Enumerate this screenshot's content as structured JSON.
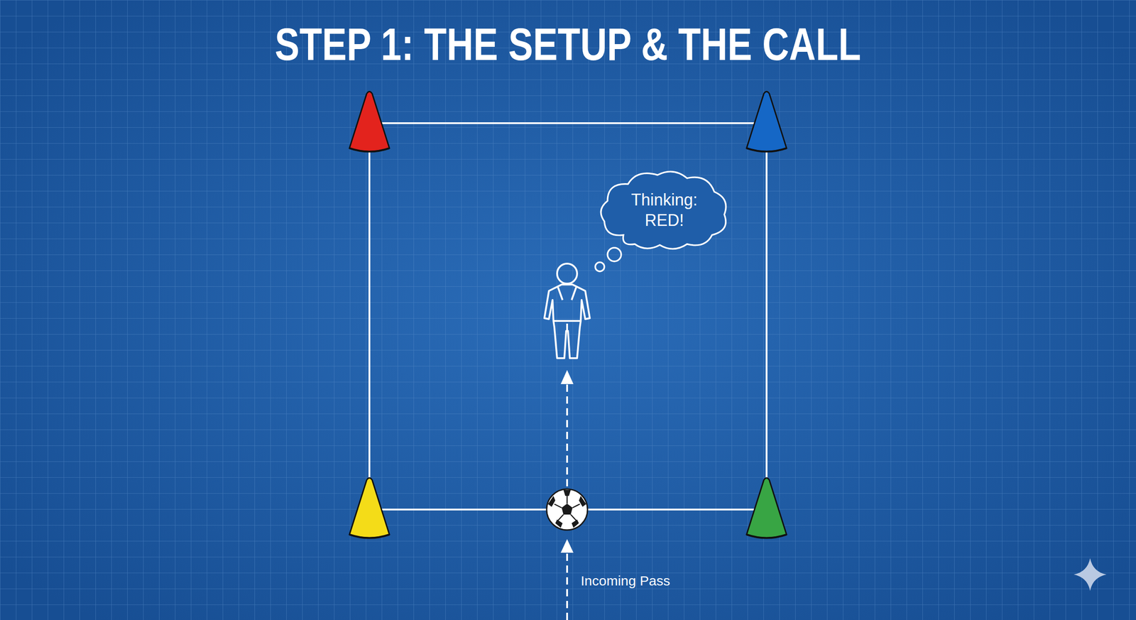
{
  "diagram": {
    "title": "STEP 1: THE SETUP & THE CALL",
    "nodes": [
      {
        "text": [
          "Thinking: RED!"
        ]
      }
    ],
    "labels": [
      "Incoming Pass"
    ]
  }
}
